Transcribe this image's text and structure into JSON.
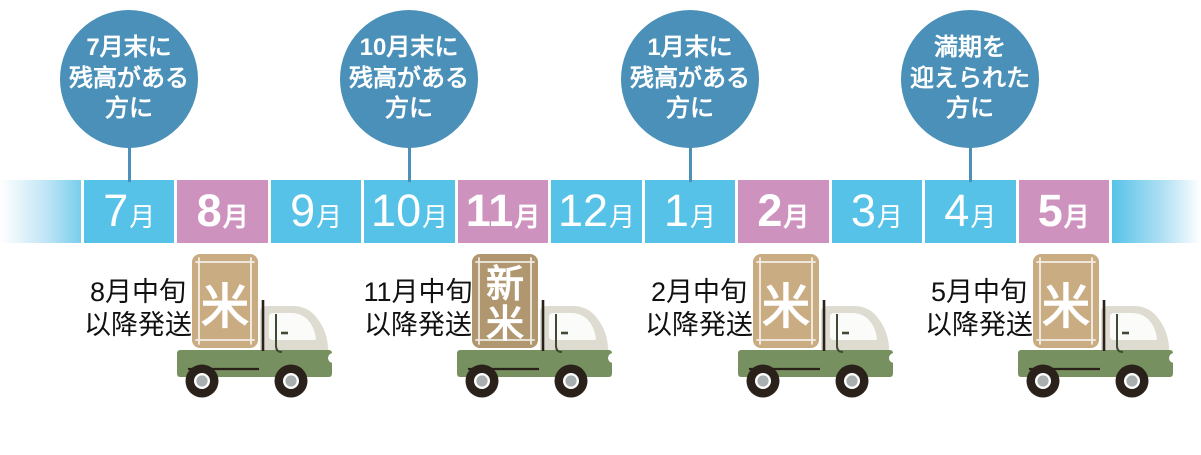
{
  "colors": {
    "timeline_blue": "#57C2E8",
    "timeline_pink": "#CE92BF",
    "callout_blue": "#4A90B8",
    "truck_green": "#76905F",
    "truck_cream": "#DEDBD1",
    "truck_outline": "#2A211B",
    "truck_line_green": "#3E4A33",
    "wheel_hub_gray": "#A9AFAE",
    "bag_tan": "#C9AC82",
    "bag_brown": "#B0976F",
    "month_text": "#FFFFFF",
    "shipment_text": "#111111"
  },
  "callouts": [
    {
      "lines": [
        "7月末に",
        "残高がある",
        "方に"
      ],
      "anchor_month": "7月",
      "anchor_index": 0
    },
    {
      "lines": [
        "10月末に",
        "残高がある",
        "方に"
      ],
      "anchor_month": "10月",
      "anchor_index": 3
    },
    {
      "lines": [
        "1月末に",
        "残高がある",
        "方に"
      ],
      "anchor_month": "1月",
      "anchor_index": 6
    },
    {
      "lines": [
        "満期を",
        "迎えられた",
        "方に"
      ],
      "anchor_month": "4月",
      "anchor_index": 9
    }
  ],
  "timeline": {
    "months": [
      {
        "num": "7",
        "suffix": "月",
        "highlight": false
      },
      {
        "num": "8",
        "suffix": "月",
        "highlight": true
      },
      {
        "num": "9",
        "suffix": "月",
        "highlight": false
      },
      {
        "num": "10",
        "suffix": "月",
        "highlight": false
      },
      {
        "num": "11",
        "suffix": "月",
        "highlight": true
      },
      {
        "num": "12",
        "suffix": "月",
        "highlight": false
      },
      {
        "num": "1",
        "suffix": "月",
        "highlight": false
      },
      {
        "num": "2",
        "suffix": "月",
        "highlight": true
      },
      {
        "num": "3",
        "suffix": "月",
        "highlight": false
      },
      {
        "num": "4",
        "suffix": "月",
        "highlight": false
      },
      {
        "num": "5",
        "suffix": "月",
        "highlight": true
      }
    ]
  },
  "shipments": [
    {
      "date_line1": "8月中旬",
      "date_line2": "以降発送",
      "bag_label": "米",
      "bag_color": "tan",
      "anchor_index": 0
    },
    {
      "date_line1": "11月中旬",
      "date_line2": "以降発送",
      "bag_label": "新米",
      "bag_color": "brown",
      "anchor_index": 3
    },
    {
      "date_line1": "2月中旬",
      "date_line2": "以降発送",
      "bag_label": "米",
      "bag_color": "tan",
      "anchor_index": 6
    },
    {
      "date_line1": "5月中旬",
      "date_line2": "以降発送",
      "bag_label": "米",
      "bag_color": "tan",
      "anchor_index": 9
    }
  ]
}
